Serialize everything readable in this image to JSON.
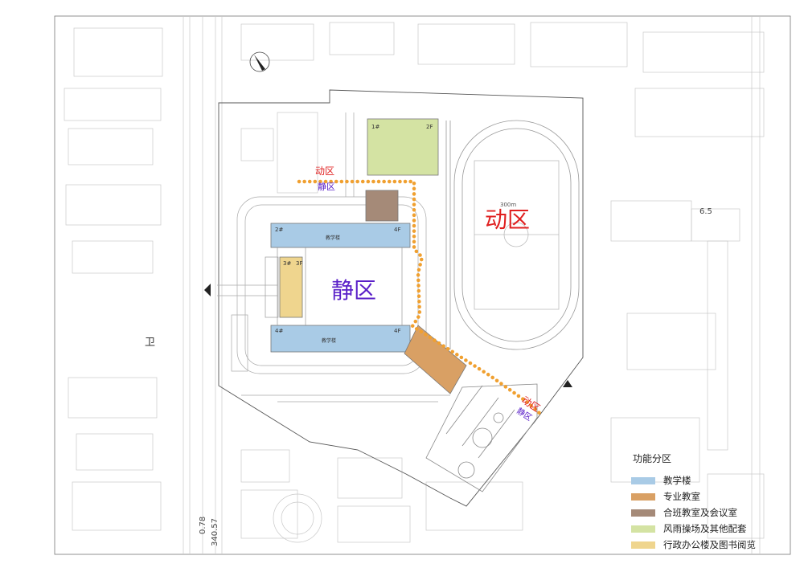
{
  "zones": {
    "dynamic_label": "动区",
    "static_label": "静区"
  },
  "legend": {
    "title": "功能分区",
    "items": [
      {
        "label": "教学楼",
        "color": "#a9cbe6"
      },
      {
        "label": "专业教室",
        "color": "#d9a064"
      },
      {
        "label": "合班教室及会议室",
        "color": "#a58a78"
      },
      {
        "label": "风雨操场及其他配套",
        "color": "#d4e3a3"
      },
      {
        "label": "行政办公楼及图书阅览",
        "color": "#efd58e"
      }
    ]
  },
  "buildings": {
    "b1_tag": "1#",
    "b1_floors": "2F",
    "b2_tag": "2#",
    "b2_floors": "4F",
    "b3_tag": "3#",
    "b3_floors": "3F",
    "b4_tag": "4#",
    "b4_floors": "4F",
    "teaching_label": "教学楼"
  },
  "map_labels": {
    "road_mark": "卫",
    "track_length": "300m",
    "elevation_right": "6.5",
    "road_elev_1": "0.78",
    "road_elev_2": "340.57"
  },
  "colors": {
    "teaching": "#a9cbe6",
    "specialty": "#d9a064",
    "lecture": "#a58a78",
    "gym": "#d4e3a3",
    "admin": "#efd58e",
    "zone_line": "#f0a030",
    "dynamic_text": "#e02020",
    "static_text": "#5a20c8",
    "base_line": "#9a9a9a"
  }
}
